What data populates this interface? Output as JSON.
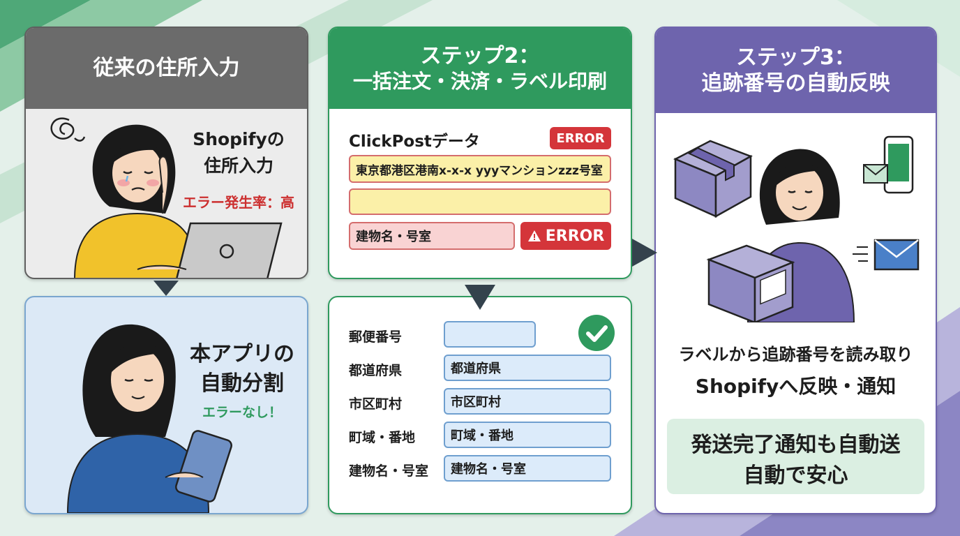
{
  "colors": {
    "gray_header": "#6b6b6b",
    "green_header": "#2f9a5e",
    "purple_header": "#6e64ad",
    "error_red": "#d4353a",
    "ok_green": "#2f9a5e"
  },
  "panel_current": {
    "title": "従来の住所入力",
    "caption_line1": "Shopifyの",
    "caption_line2": "住所入力",
    "error_rate": "エラー発生率：高"
  },
  "panel_app": {
    "caption_line1": "本アプリの",
    "caption_line2": "自動分割",
    "no_error": "エラーなし！"
  },
  "panel_step2": {
    "title_line1": "ステップ2：",
    "title_line2": "一括注文・決済・ラベル印刷",
    "data_label": "ClickPostデータ",
    "error_badge": "ERROR",
    "address_value": "東京都港区港南x-x-x yyyマンションzzz号室",
    "empty_value": "",
    "building_value": "建物名・号室",
    "error_button": "ERROR"
  },
  "panel_split": {
    "rows": [
      {
        "label": "郵便番号",
        "value": ""
      },
      {
        "label": "都道府県",
        "value": "都道府県"
      },
      {
        "label": "市区町村",
        "value": "市区町村"
      },
      {
        "label": "町域・番地",
        "value": "町域・番地"
      },
      {
        "label": "建物名・号室",
        "value": "建物名・号室"
      }
    ]
  },
  "panel_step3": {
    "title_line1": "ステップ3：",
    "title_line2": "追跡番号の自動反映",
    "desc_line1": "ラベルから追跡番号を読み取り",
    "desc_line2": "Shopifyへ反映・通知",
    "box_line1": "発送完了通知も自動送",
    "box_line2": "自動で安心"
  },
  "icons": [
    "dizzy-scribble-icon",
    "laptop-icon",
    "tablet-icon",
    "cardboard-box-icon",
    "smartphone-icon",
    "mail-icon",
    "check-circle-icon",
    "warning-triangle-icon",
    "arrow-down-icon",
    "arrow-right-icon"
  ]
}
